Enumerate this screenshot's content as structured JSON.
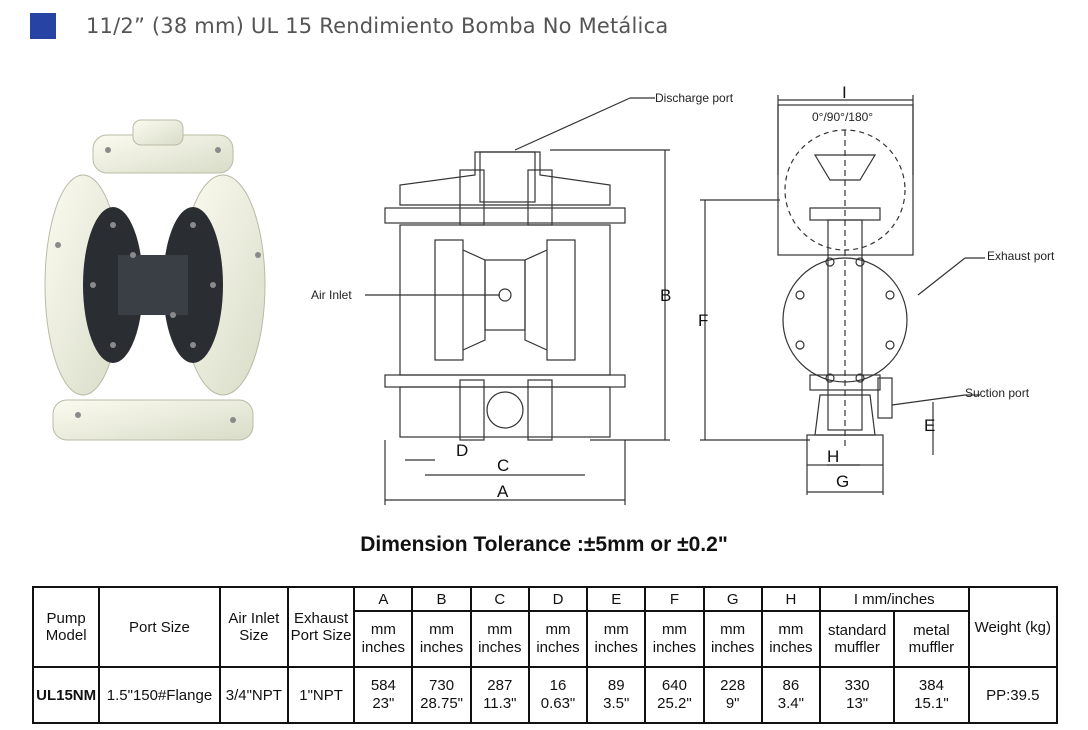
{
  "header": {
    "accent_color": "#2743a3",
    "title": "11/2”  (38 mm) UL 15 Rendimiento Bomba No Metálica"
  },
  "photo": {
    "icon": "pump-photo-icon"
  },
  "diagram": {
    "labels": {
      "discharge": "Discharge port",
      "air_inlet": "Air Inlet",
      "exhaust": "Exhaust port",
      "suction": "Suction port",
      "angles": "0°/90°/180°"
    },
    "dims": {
      "A": "A",
      "B": "B",
      "C": "C",
      "D": "D",
      "E": "E",
      "F": "F",
      "G": "G",
      "H": "H",
      "I": "I"
    }
  },
  "tolerance": "Dimension Tolerance :±5mm or ±0.2\"",
  "table": {
    "head": {
      "model": "Pump Model",
      "port": "Port Size",
      "air": "Air Inlet Size",
      "exhaust": "Exhaust Port Size",
      "letters": [
        "A",
        "B",
        "C",
        "D",
        "E",
        "F",
        "G",
        "H"
      ],
      "i_label": "I  mm/inches",
      "unit_mm": "mm",
      "unit_in": "inches",
      "standard": "standard muffler",
      "metal": "metal muffler",
      "weight": "Weight (kg)"
    },
    "row": {
      "model": "UL15NM",
      "port": "1.5\"150#Flange",
      "air": "3/4\"NPT",
      "exhaust": "1\"NPT",
      "mm": [
        "584",
        "730",
        "287",
        "16",
        "89",
        "640",
        "228",
        "86"
      ],
      "in": [
        "23\"",
        "28.75\"",
        "11.3\"",
        "0.63\"",
        "3.5\"",
        "25.2\"",
        "9\"",
        "3.4\""
      ],
      "std_mm": "330",
      "std_in": "13\"",
      "metal_mm": "384",
      "metal_in": "15.1\"",
      "weight": "PP:39.5"
    }
  }
}
